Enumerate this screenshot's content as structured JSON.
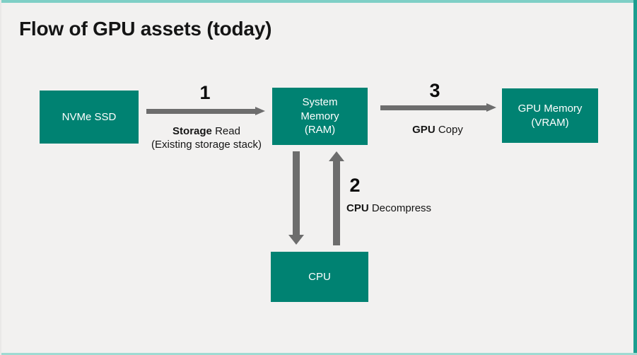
{
  "slide": {
    "title": "Flow of GPU assets (today)",
    "background_color": "#F2F1F0",
    "accent_color": "#7FCFC6",
    "node_color": "#008272",
    "arrow_color": "#6D6D6D"
  },
  "nodes": [
    {
      "id": "ssd",
      "label": "NVMe SSD"
    },
    {
      "id": "ram",
      "label": "System\nMemory\n(RAM)"
    },
    {
      "id": "vram",
      "label": "GPU Memory\n(VRAM)"
    },
    {
      "id": "cpu",
      "label": "CPU"
    }
  ],
  "steps": [
    {
      "number": "1",
      "emphasis": "Storage",
      "rest": " Read",
      "detail": "(Existing storage stack)",
      "from": "NVMe SSD",
      "to": "System Memory (RAM)",
      "direction": "right"
    },
    {
      "number": "2",
      "emphasis": "CPU",
      "rest": " Decompress",
      "detail": "",
      "from": "CPU",
      "to": "System Memory (RAM)",
      "direction": "up"
    },
    {
      "number": "3",
      "emphasis": "GPU",
      "rest": " Copy",
      "detail": "",
      "from": "System Memory (RAM)",
      "to": "GPU Memory (VRAM)",
      "direction": "right"
    }
  ]
}
